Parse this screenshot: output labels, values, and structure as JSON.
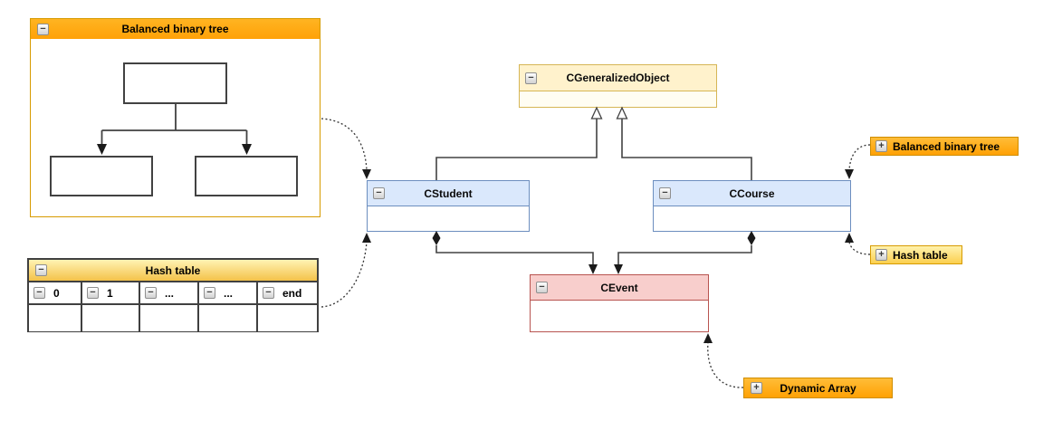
{
  "icons": {
    "collapse": "−",
    "expand": "+"
  },
  "colors": {
    "orange_border": "#d79b00",
    "yellow_fill": "#fff2cc",
    "yellow_border": "#d6b656",
    "blue_fill": "#dae8fc",
    "blue_border": "#6c8ebf",
    "red_fill": "#f8cecc",
    "red_border": "#b85450",
    "line": "#424242"
  },
  "groups": {
    "balanced_tree": {
      "title": "Balanced binary tree"
    },
    "hash_table": {
      "title": "Hash table",
      "columns": [
        "0",
        "1",
        "...",
        "...",
        "end"
      ]
    }
  },
  "classes": {
    "generalized_object": "CGeneralizedObject",
    "student": "CStudent",
    "course": "CCourse",
    "event": "CEvent"
  },
  "collapsed": {
    "balanced_tree": "Balanced binary tree",
    "hash_table": "Hash table",
    "dynamic_array": "Dynamic Array"
  }
}
